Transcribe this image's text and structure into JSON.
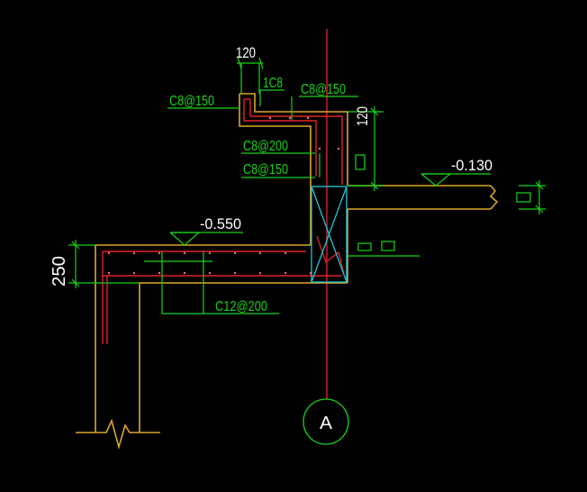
{
  "colors": {
    "background": "#000000",
    "outline": "#d9a72c",
    "rebar": "#e0202a",
    "annotation": "#19d419",
    "text": "#ffffff",
    "axis": "#c8202a",
    "column": "#20c8d8",
    "marker": "#19d419"
  },
  "labels": {
    "dim_120_top": "120",
    "rebar_1c8": "1C8",
    "rebar_c8_150_left": "C8@150",
    "rebar_c8_150_right": "C8@150",
    "rebar_c8_200": "C8@200",
    "rebar_c8_150_mid": "C8@150",
    "dim_120_right": "120",
    "elev_right": "-0.130",
    "elev_left": "-0.550",
    "dim_250": "250",
    "rebar_c12_200": "C12@200",
    "axis_a": "A"
  }
}
